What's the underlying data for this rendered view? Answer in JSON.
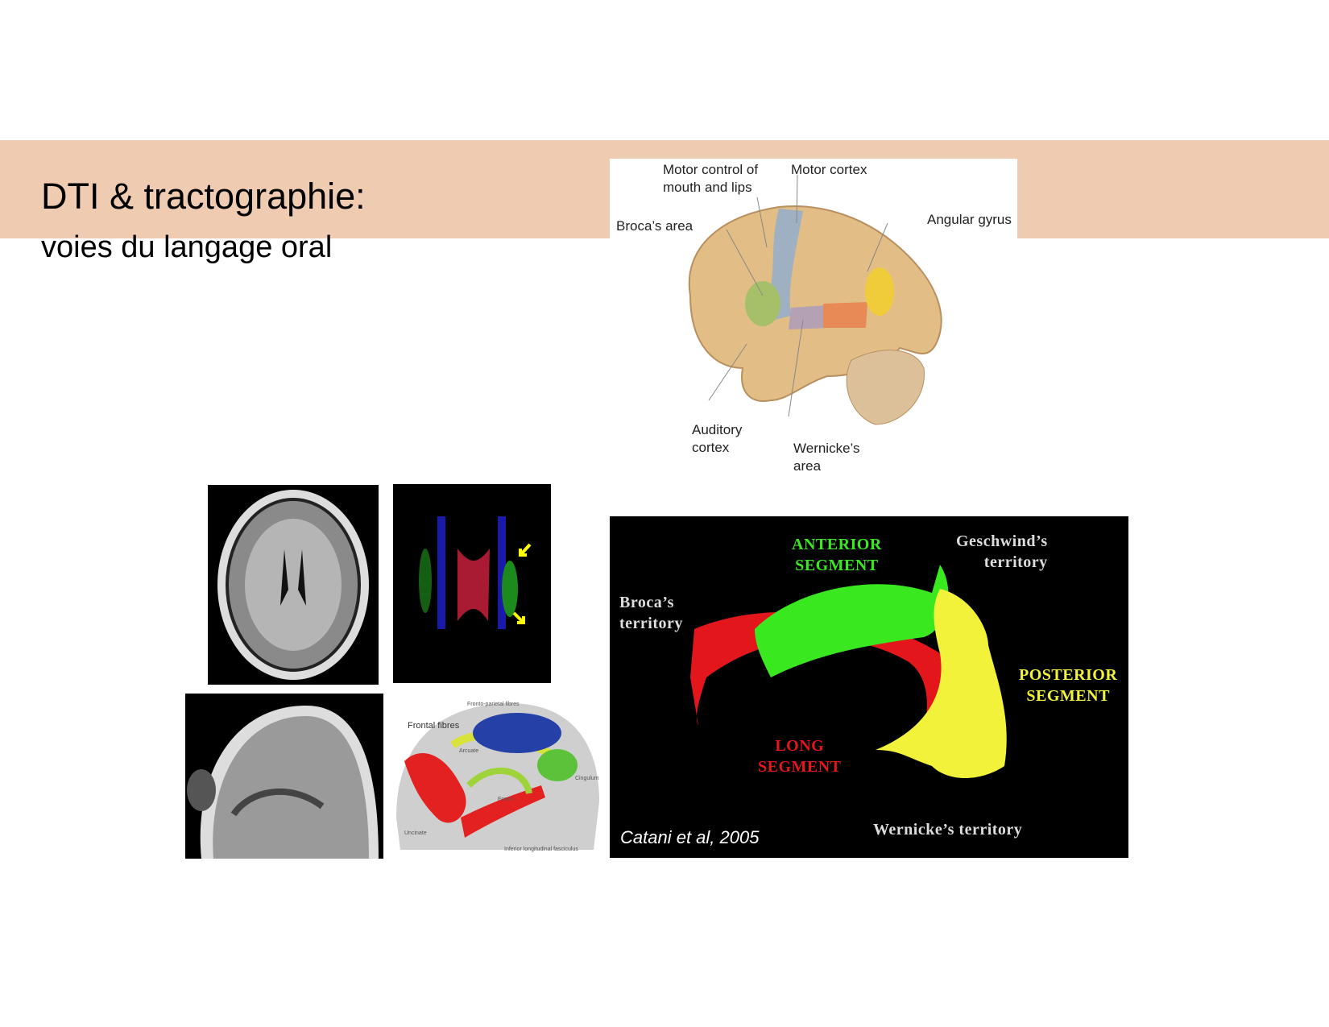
{
  "slide": {
    "title": "DTI & tractographie:",
    "subtitle": "voies du langage oral",
    "band_color": "#efcbb1"
  },
  "brain_figure": {
    "labels": {
      "motor_control": [
        "Motor control of",
        "mouth and lips"
      ],
      "motor_cortex": "Motor cortex",
      "broca": "Broca’s area",
      "angular": "Angular gyrus",
      "auditory": [
        "Auditory",
        "cortex"
      ],
      "wernicke": [
        "Wernicke’s",
        "area"
      ]
    }
  },
  "tractography_figure": {
    "labels": {
      "frontal": "Frontal fibres",
      "fronto_parietal": "Fronto-parietal fibres",
      "arcuate": "Arcuate",
      "cingulum": "Cingulum",
      "fornix": "Fornix",
      "uncinate": "Uncinate",
      "ilf": "Inferior longitudinal fasciculus"
    }
  },
  "catani_figure": {
    "labels": {
      "anterior": [
        "ANTERIOR",
        "SEGMENT"
      ],
      "geschwind": [
        "Geschwind’s",
        "territory"
      ],
      "broca": [
        "Broca’s",
        "territory"
      ],
      "posterior": [
        "POSTERIOR",
        "SEGMENT"
      ],
      "long": [
        "LONG",
        "SEGMENT"
      ],
      "wernicke": "Wernicke’s territory"
    },
    "citation": "Catani et al, 2005",
    "colors": {
      "anterior": "#39e81f",
      "posterior": "#f2f23a",
      "long": "#e3161c"
    }
  }
}
